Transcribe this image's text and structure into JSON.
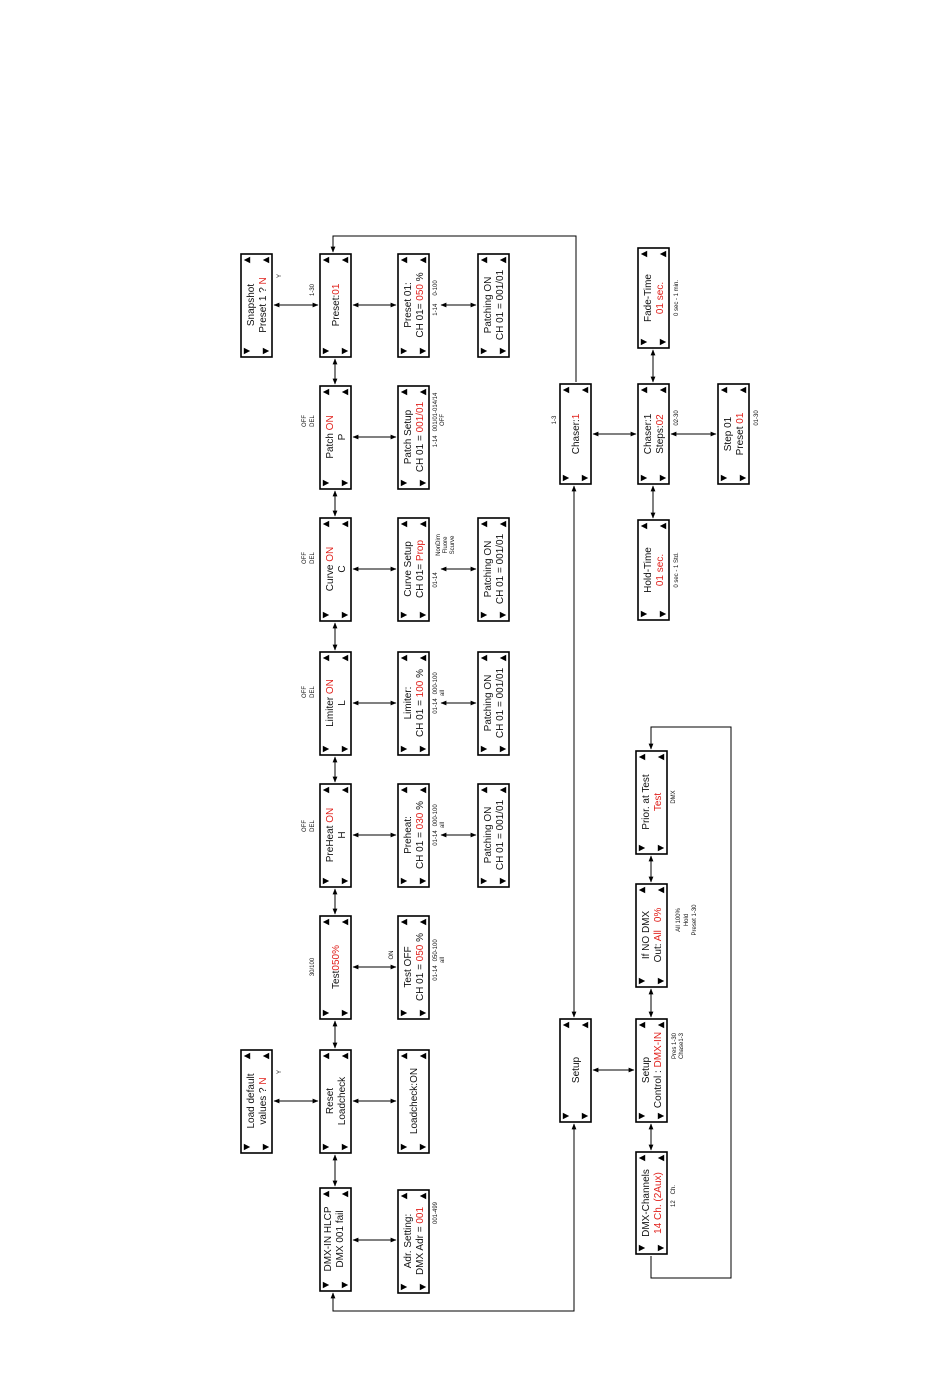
{
  "accent_color": "#e0201b",
  "icons": {
    "up": "up-triangle-icon",
    "down": "down-triangle-icon",
    "left": "left-triangle-icon",
    "right": "right-triangle-icon"
  },
  "dmx_in": {
    "line1": "DMX-IN   HLCP",
    "line2": "DMX 001    fail"
  },
  "adr_setting": {
    "line1": "Adr.  Setting:",
    "line2_prefix": "DMX Adr = ",
    "value": "001",
    "range": "001-499"
  },
  "load_default": {
    "line1": "Load default",
    "line2_prefix": "values  ?  ",
    "answer": "N",
    "alt": "Y"
  },
  "reset": {
    "line1": "Reset",
    "line2": "Loadcheck"
  },
  "loadcheck": {
    "label": "Loadcheck:ON"
  },
  "test": {
    "prefix": "Test",
    "value": "050%",
    "range": "30/100"
  },
  "test_setup": {
    "line1": "Test   OFF",
    "on_label": "ON",
    "line2_prefix": "CH 01 = ",
    "value": "050",
    "line2_suffix": " %",
    "range_a": "01-14",
    "range_b": "050-100",
    "range_c": "all"
  },
  "preheat": {
    "prefix": "PreHeat ",
    "value": "ON",
    "sub": "H",
    "opt1": "OFF",
    "opt2": "DEL"
  },
  "preheat_setup": {
    "line1": "Preheat:",
    "line2_prefix": "CH 01 = ",
    "value": "030",
    "line2_suffix": " %",
    "range_a": "01-14",
    "range_b": "000-100",
    "range_c": "all"
  },
  "limiter": {
    "prefix": "Limiter ",
    "value": "ON",
    "sub": "L",
    "opt1": "OFF",
    "opt2": "DEL"
  },
  "limiter_setup": {
    "line1": "Limiter:",
    "line2_prefix": "CH 01 = ",
    "value": "100",
    "line2_suffix": " %",
    "range_a": "01-14",
    "range_b": "000-100",
    "range_c": "all"
  },
  "curve": {
    "prefix": "Curve ",
    "value": "ON",
    "sub": "C",
    "opt1": "OFF",
    "opt2": "DEL"
  },
  "curve_setup": {
    "line1": "Curve Setup",
    "line2_prefix": "CH 01= ",
    "value": "Prop",
    "range_a": "01-14",
    "opt1": "NonDim",
    "opt2": "Fluore",
    "opt3": "Scurve"
  },
  "patch": {
    "prefix": "Patch ",
    "value": "ON",
    "sub": "P",
    "opt1": "OFF",
    "opt2": "DEL"
  },
  "patch_setup": {
    "line1": "Patch Setup",
    "line2_prefix": "CH 01 = ",
    "value": "001/01",
    "range_a": "1-14",
    "range_b": "001/01-014/14",
    "range_c": "OFF"
  },
  "patching": {
    "line1": "Patching  ON",
    "line2": "CH  01  =  001/01"
  },
  "preset": {
    "prefix": "Preset:",
    "value": "01",
    "range": "1-30"
  },
  "preset_setup": {
    "line1": "Preset 01:",
    "line2_prefix": "CH 01= ",
    "value": "050",
    "line2_suffix": " %",
    "range_a": "1-14",
    "range_b": "0-100"
  },
  "snapshot": {
    "line1": "Snapshot",
    "line2_prefix": "Preset  1  ?  ",
    "answer": "N",
    "alt": "Y"
  },
  "chaser": {
    "prefix": "Chaser:",
    "value": "1",
    "range": "1-3"
  },
  "chaser_steps": {
    "line1": "Chaser:1",
    "line2_prefix": "Steps:",
    "value": "02",
    "range": "02-30"
  },
  "fade_time": {
    "line1": "Fade-Time",
    "value": "01 sec.",
    "range": "0 sec - 1 min."
  },
  "step": {
    "line1": "Step 01",
    "line2_prefix": "Preset ",
    "value": "01",
    "range": "01-30"
  },
  "hold_time": {
    "line1": "Hold-Time",
    "value": "01 sec.",
    "range": "0 sec - 1 Std."
  },
  "setup": {
    "label": "Setup"
  },
  "dmx_channels": {
    "line1": "DMX-Channels",
    "value": "14 Ch. (2Aux)",
    "opt1": "12",
    "opt2": "Ch."
  },
  "setup_control": {
    "line1": "Setup",
    "line2_prefix": "Control : ",
    "value": "DMX-IN",
    "opt1": "Pres 1-30",
    "opt2": "Chase1-3"
  },
  "no_dmx": {
    "line1": "If NO DMX",
    "line2_prefix": "Out: ",
    "value1": "All",
    "value2": "0%",
    "opt1": "All 100%",
    "opt2": "Hold",
    "opt3": "Preset 1-30"
  },
  "prior_test": {
    "line1": "Prior. at Test",
    "value": "Test",
    "opt1": "DMX"
  }
}
